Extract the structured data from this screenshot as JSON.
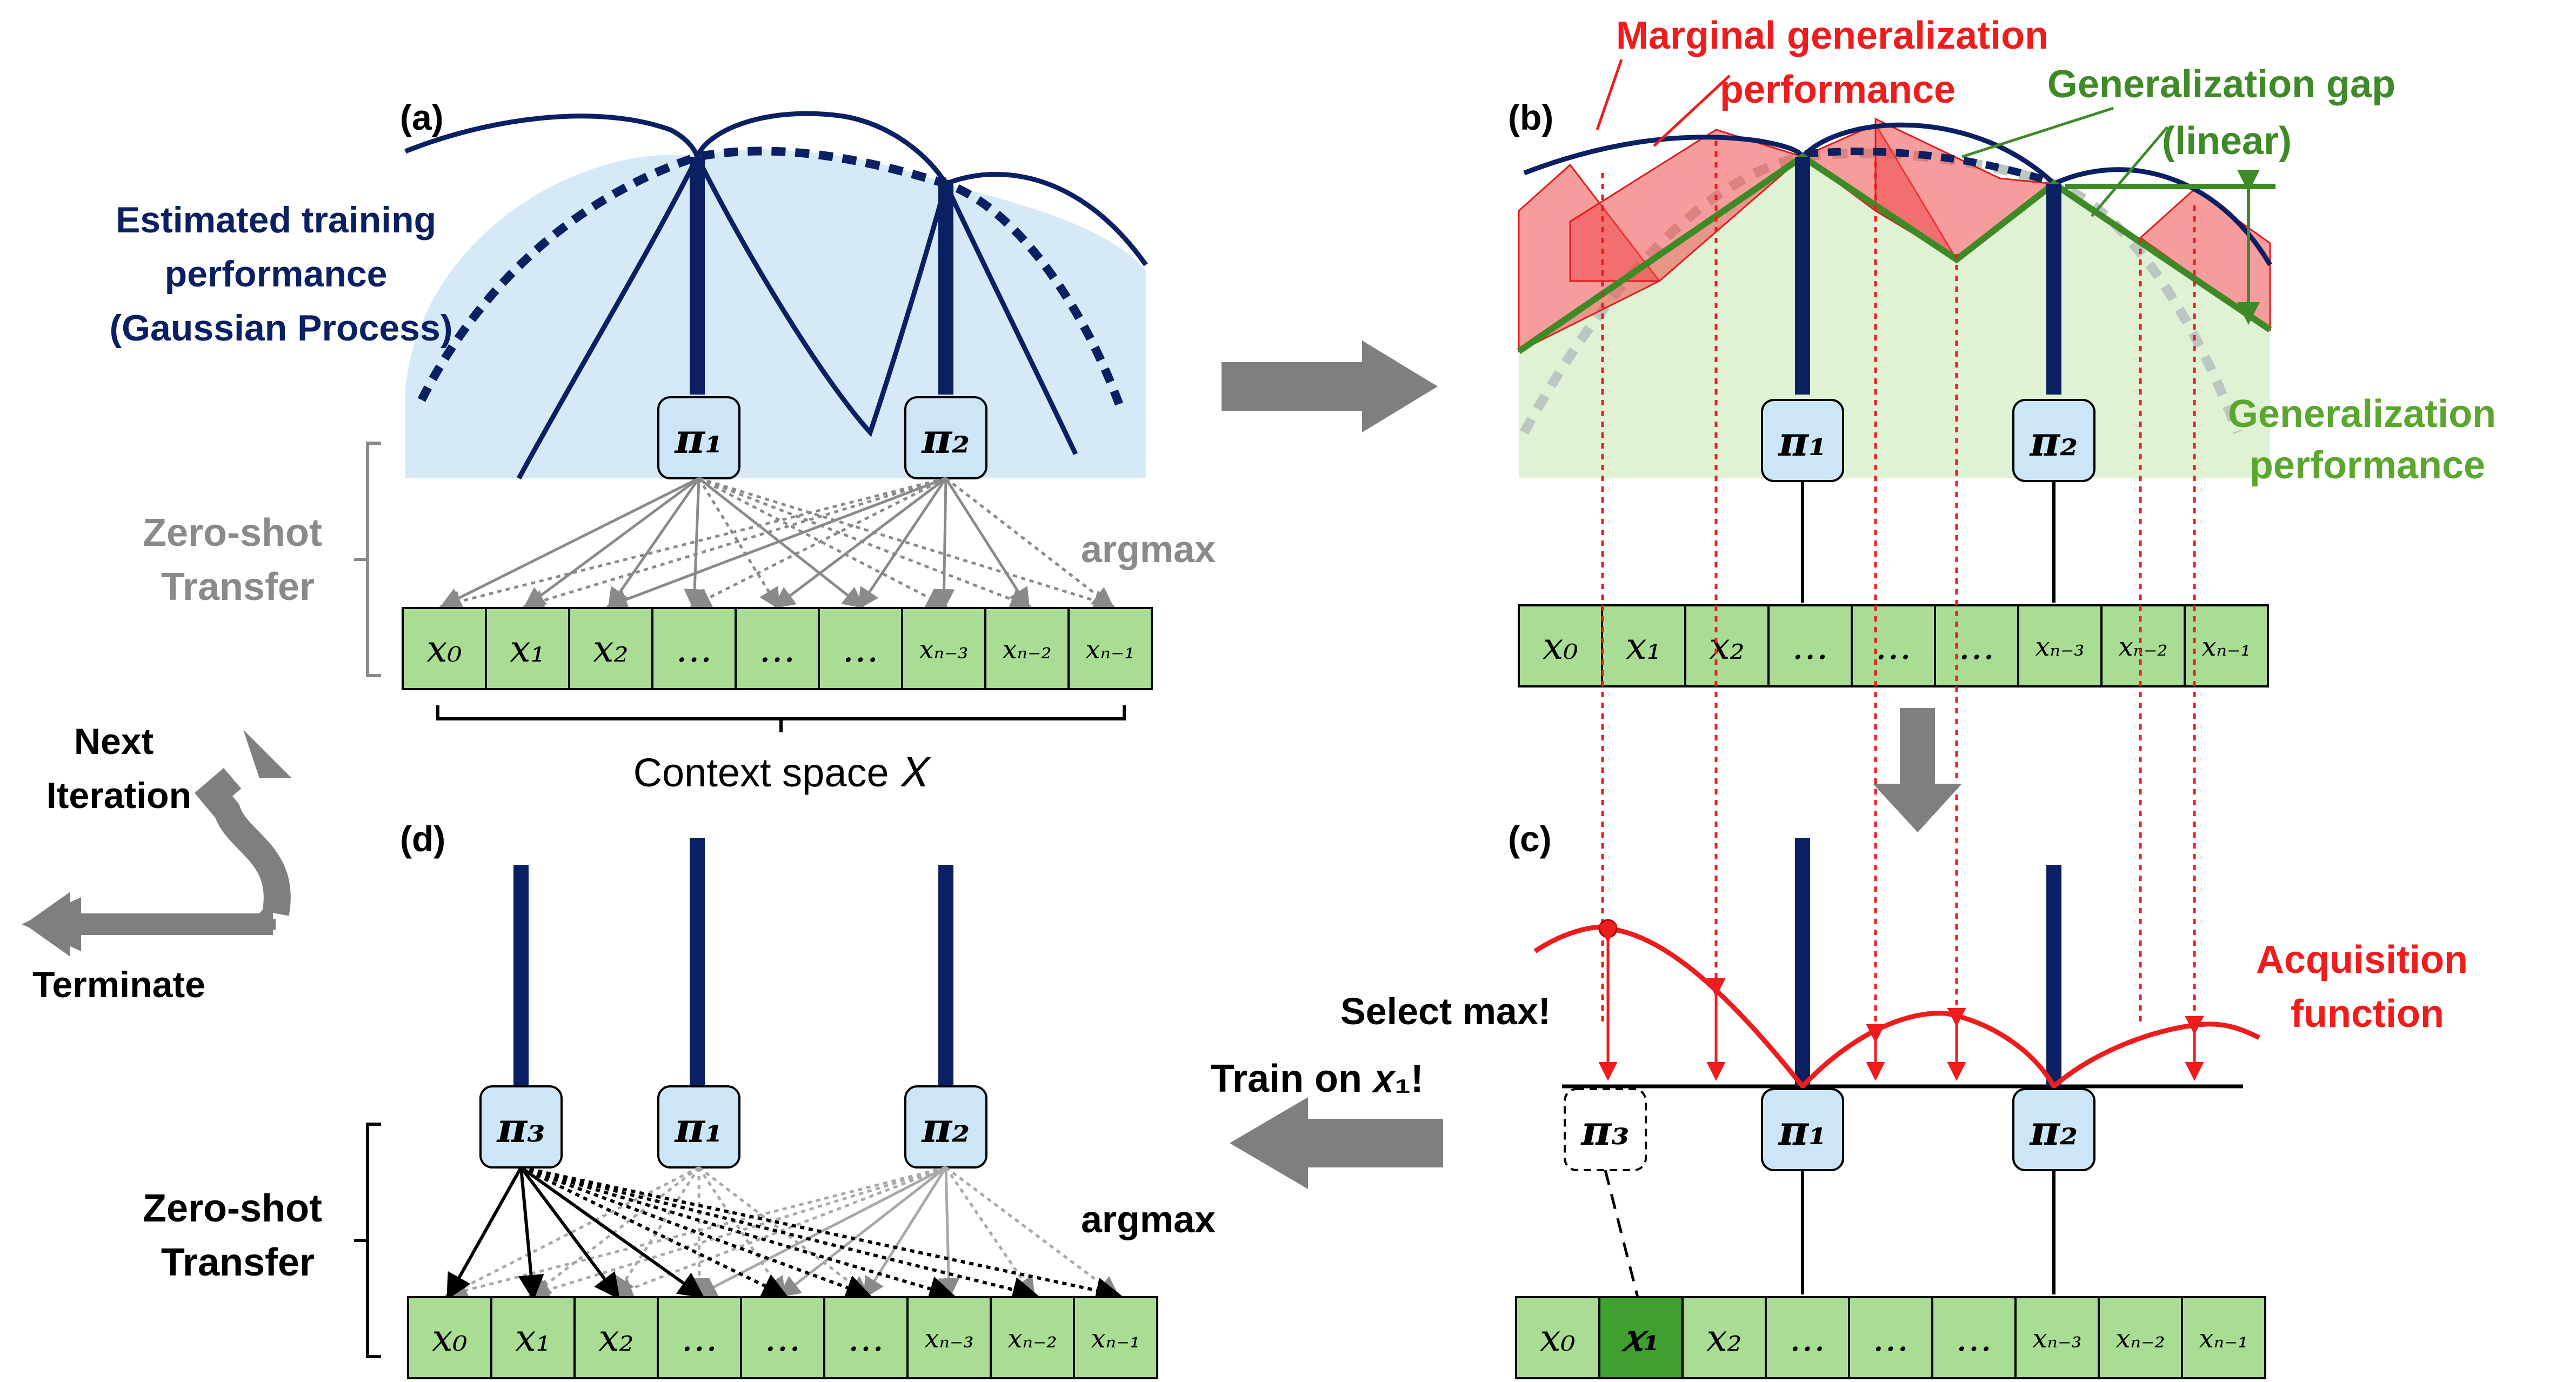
{
  "panels": {
    "a": {
      "tag": "(a)",
      "estimated_label": [
        "Estimated training",
        "performance",
        "(Gaussian Process)"
      ],
      "zero_shot_label": [
        "Zero-shot",
        "Transfer"
      ],
      "argmax_label": "argmax",
      "context_label": "Context space 𝑋"
    },
    "b": {
      "tag": "(b)",
      "marginal_label": [
        "Marginal generalization",
        "performance"
      ],
      "gap_label": [
        "Generalization gap",
        "(linear)"
      ],
      "gen_perf_label": [
        "Generalization",
        "performance"
      ]
    },
    "c": {
      "tag": "(c)",
      "select_label": "Select max!",
      "acq_label": [
        "Acquisition",
        "function"
      ]
    },
    "d": {
      "tag": "(d)",
      "zero_shot_label": [
        "Zero-shot",
        "Transfer"
      ],
      "argmax_label": "argmax"
    }
  },
  "arrows": {
    "next_iteration": [
      "Next",
      "Iteration"
    ],
    "terminate": "Terminate",
    "train_on": "Train on 𝑥₁!"
  },
  "policies": {
    "pi1": "𝝅₁",
    "pi2": "𝝅₂",
    "pi3": "𝝅₃"
  },
  "contexts": [
    "𝑥₀",
    "𝑥₁",
    "𝑥₂",
    "…",
    "…",
    "…",
    "𝑥ₙ₋₃",
    "𝑥ₙ₋₂",
    "𝑥ₙ₋₁"
  ],
  "colors": {
    "navy": "#0a2062",
    "light_blue": "#d5e9f7",
    "box_blue": "#cde6f7",
    "green_cell": "#a9dd94",
    "green_dark": "#3f9f2f",
    "green_line": "#3d8a26",
    "green_text": "#5aa62e",
    "red": "#ee1c1c",
    "gray": "#8a8a8a",
    "gray_arrow": "#7f7f7f"
  }
}
